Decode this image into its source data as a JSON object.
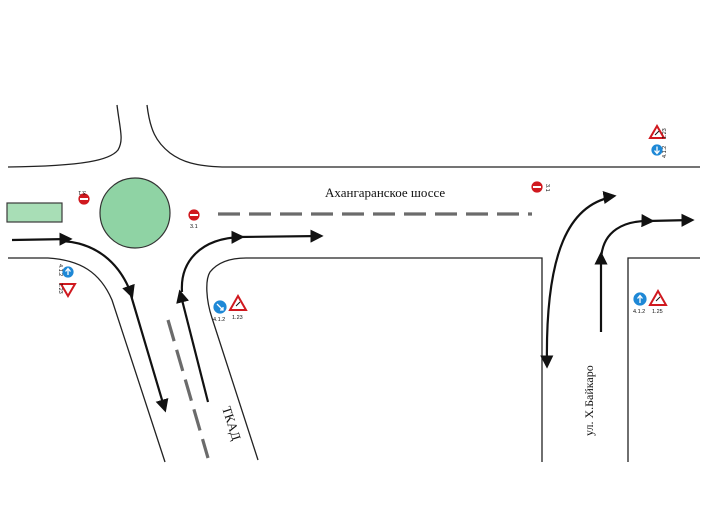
{
  "labels": {
    "highway": "Ахангаранское шоссе",
    "tkad": "ТКАД",
    "baikaro": "ул. Х.Байкаро"
  },
  "signs": {
    "no_entry": "3.1",
    "keep_right_a": "4.1.2",
    "steep_a": "1.23",
    "keep_right_b": "4.1.2",
    "steep_b": "1.23",
    "keep_right_c": "4.1.2",
    "steep_c": "1.23",
    "keep_right_d": "4.1.2",
    "steep_d": "1.25"
  },
  "colors": {
    "roundabout": "#8fd3a4",
    "bus_stop": "#a8deb6",
    "sign_blue": "#1e88d6",
    "sign_red": "#d0191f"
  },
  "icons": {
    "no_entry": "no-entry-sign",
    "keep_right": "arrow-blue-circle-sign",
    "warning": "triangle-warning-sign"
  }
}
